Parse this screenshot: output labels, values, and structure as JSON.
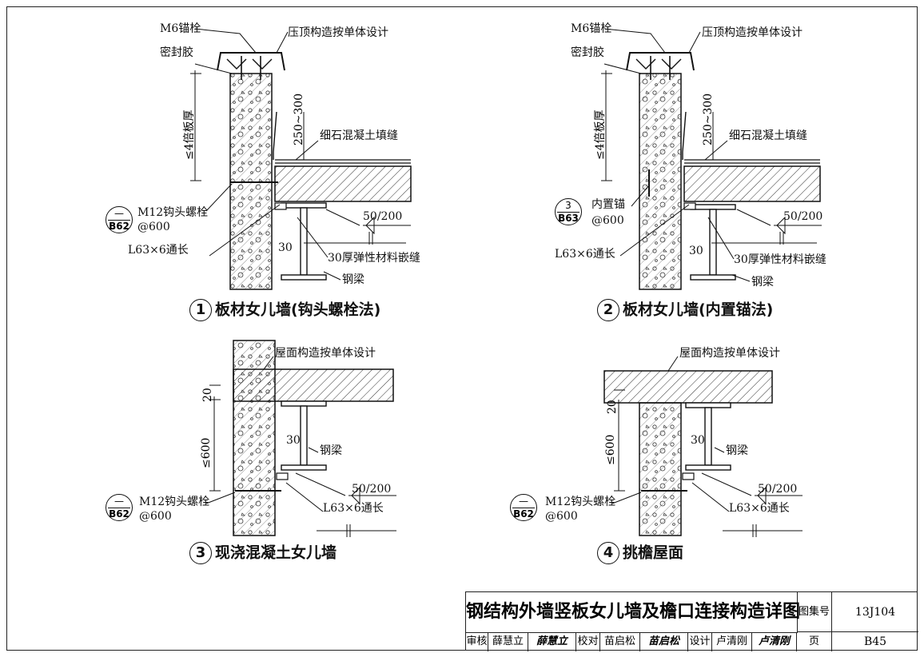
{
  "drawing": {
    "title": "钢结构外墙竖板女儿墙及檐口连接构造详图",
    "atlas_label": "图集号",
    "atlas_no": "13J104",
    "page_label": "页",
    "page_no": "B45",
    "review_label": "审核",
    "reviewer": "薛慧立",
    "reviewer_sig": "薛慧立",
    "check_label": "校对",
    "checker": "苗启松",
    "checker_sig": "苗启松",
    "design_label": "设计",
    "designer": "卢清刚",
    "designer_sig": "卢清刚"
  },
  "details": [
    {
      "number": "1",
      "caption": "板材女儿墙(钩头螺栓法)",
      "labels": {
        "bolt": "M6锚栓",
        "coping": "压顶构造按单体设计",
        "sealant": "密封胶",
        "height": "≤4倍板厚",
        "gap": "250~300",
        "fill": "细石混凝土填缝",
        "fixing": "M12钩头螺栓",
        "spacing": "@600",
        "angle": "L63×6通长",
        "weld": "50/200",
        "dim30": "30",
        "elastic": "30厚弹性材料嵌缝",
        "beam": "钢梁"
      },
      "ref": {
        "top": "—",
        "bottom": "B62"
      }
    },
    {
      "number": "2",
      "caption": "板材女儿墙(内置锚法)",
      "labels": {
        "bolt": "M6锚栓",
        "coping": "压顶构造按单体设计",
        "sealant": "密封胶",
        "height": "≤4倍板厚",
        "gap": "250~300",
        "fill": "细石混凝土填缝",
        "fixing": "内置锚",
        "spacing": "@600",
        "angle": "L63×6通长",
        "weld": "50/200",
        "dim30": "30",
        "elastic": "30厚弹性材料嵌缝",
        "beam": "钢梁"
      },
      "ref": {
        "top": "3",
        "bottom": "B63"
      }
    },
    {
      "number": "3",
      "caption": "现浇混凝土女儿墙",
      "labels": {
        "roof": "屋面构造按单体设计",
        "dim20": "20",
        "height": "≤600",
        "dim30": "30",
        "beam": "钢梁",
        "weld": "50/200",
        "fixing": "M12钩头螺栓",
        "spacing": "@600",
        "angle": "L63×6通长"
      },
      "ref": {
        "top": "—",
        "bottom": "B62"
      }
    },
    {
      "number": "4",
      "caption": "挑檐屋面",
      "labels": {
        "roof": "屋面构造按单体设计",
        "dim20": "20",
        "height": "≤600",
        "dim30": "30",
        "beam": "钢梁",
        "weld": "50/200",
        "fixing": "M12钩头螺栓",
        "spacing": "@600",
        "angle": "L63×6通长"
      },
      "ref": {
        "top": "—",
        "bottom": "B62"
      }
    }
  ]
}
